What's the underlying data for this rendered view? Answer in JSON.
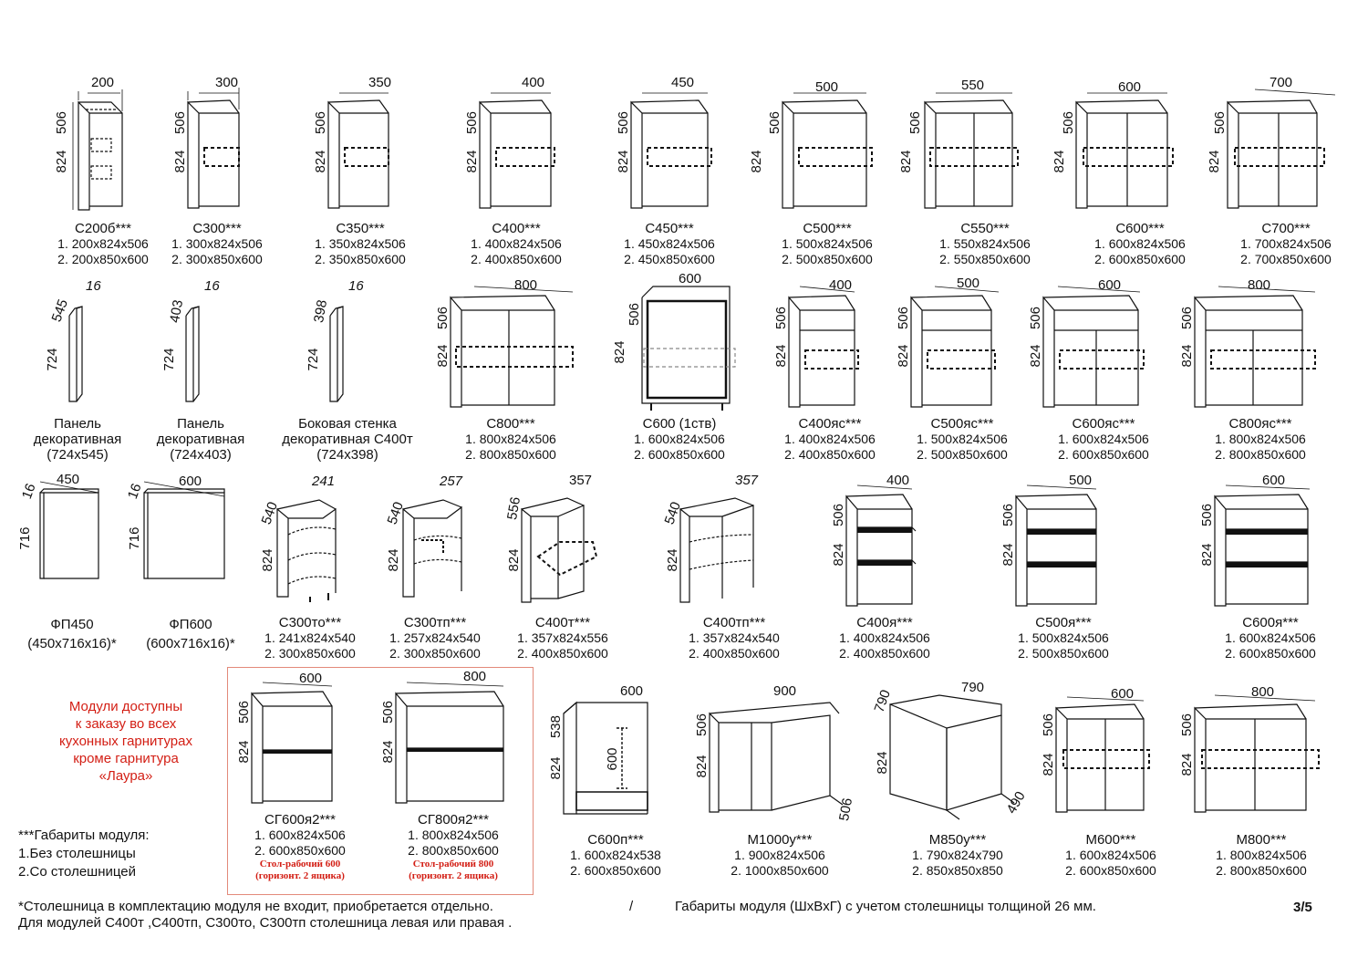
{
  "rows": [
    {
      "modules": [
        {
          "id": "c200b",
          "name": "С200б***",
          "specs": [
            "1. 200x824x506",
            "2. 200x850x600"
          ],
          "dims": {
            "w": "200",
            "d": "506",
            "h": "824"
          },
          "kind": "cabinet-drawers-basket"
        },
        {
          "id": "c300",
          "name": "С300***",
          "specs": [
            "1. 300x824x506",
            "2. 300x850x600"
          ],
          "dims": {
            "w": "300",
            "d": "506",
            "h": "824"
          },
          "kind": "cabinet-door"
        },
        {
          "id": "c350",
          "name": "С350***",
          "specs": [
            "1. 350x824x506",
            "2. 350x850x600"
          ],
          "dims": {
            "w": "350",
            "d": "506",
            "h": "824"
          },
          "kind": "cabinet-door"
        },
        {
          "id": "c400",
          "name": "С400***",
          "specs": [
            "1. 400x824x506",
            "2. 400x850x600"
          ],
          "dims": {
            "w": "400",
            "d": "506",
            "h": "824"
          },
          "kind": "cabinet-door"
        },
        {
          "id": "c450",
          "name": "С450***",
          "specs": [
            "1. 450x824x506",
            "2. 450x850x600"
          ],
          "dims": {
            "w": "450",
            "d": "506",
            "h": "824"
          },
          "kind": "cabinet-door"
        },
        {
          "id": "c500",
          "name": "С500***",
          "specs": [
            "1. 500x824x506",
            "2. 500x850x600"
          ],
          "dims": {
            "w": "500",
            "d": "506",
            "h": "824"
          },
          "kind": "cabinet-door"
        },
        {
          "id": "c550",
          "name": "С550***",
          "specs": [
            "1. 550x824x506",
            "2. 550x850x600"
          ],
          "dims": {
            "w": "550",
            "d": "506",
            "h": "824"
          },
          "kind": "cabinet-2door"
        },
        {
          "id": "c600",
          "name": "С600***",
          "specs": [
            "1. 600x824x506",
            "2. 600x850x600"
          ],
          "dims": {
            "w": "600",
            "d": "506",
            "h": "824"
          },
          "kind": "cabinet-2door"
        },
        {
          "id": "c700",
          "name": "С700***",
          "specs": [
            "1. 700x824x506",
            "2. 700x850x600"
          ],
          "dims": {
            "w": "700",
            "d": "506",
            "h": "824"
          },
          "kind": "cabinet-2door"
        }
      ]
    },
    {
      "modules": [
        {
          "id": "panel545",
          "name": "Панель декоративная",
          "extra": "(724x545)",
          "specs": [],
          "dims": {
            "w": "16",
            "d": "545",
            "h": "724"
          },
          "kind": "panel"
        },
        {
          "id": "panel403",
          "name": "Панель декоративная",
          "extra": "(724x403)",
          "specs": [],
          "dims": {
            "w": "16",
            "d": "403",
            "h": "724"
          },
          "kind": "panel"
        },
        {
          "id": "side398",
          "name": "Боковая стенка декоративная С400т",
          "extra": "(724x398)",
          "specs": [],
          "dims": {
            "w": "16",
            "d": "398",
            "h": "724"
          },
          "kind": "panel"
        },
        {
          "id": "c800",
          "name": "С800***",
          "specs": [
            "1. 800x824x506",
            "2. 800x850x600"
          ],
          "dims": {
            "w": "800",
            "d": "506",
            "h": "824"
          },
          "kind": "cabinet-2door"
        },
        {
          "id": "c600_1",
          "name": "С600 (1ств)",
          "specs": [
            "1. 600x824x506",
            "2. 600x850x600"
          ],
          "dims": {
            "w": "600",
            "d": "506",
            "h": "824"
          },
          "kind": "cabinet-door-bold"
        },
        {
          "id": "c400yas",
          "name": "С400яс***",
          "specs": [
            "1. 400x824x506",
            "2. 400x850x600"
          ],
          "dims": {
            "w": "400",
            "d": "506",
            "h": "824"
          },
          "kind": "cabinet-drawer-door"
        },
        {
          "id": "c500yas",
          "name": "С500яс***",
          "specs": [
            "1. 500x824x506",
            "2. 500x850x600"
          ],
          "dims": {
            "w": "500",
            "d": "506",
            "h": "824"
          },
          "kind": "cabinet-drawer-door"
        },
        {
          "id": "c600yas",
          "name": "С600яс***",
          "specs": [
            "1. 600x824x506",
            "2. 600x850x600"
          ],
          "dims": {
            "w": "600",
            "d": "506",
            "h": "824"
          },
          "kind": "cabinet-drawer-2door"
        },
        {
          "id": "c800yas",
          "name": "С800яс***",
          "specs": [
            "1. 800x824x506",
            "2. 800x850x600"
          ],
          "dims": {
            "w": "800",
            "d": "506",
            "h": "824"
          },
          "kind": "cabinet-drawer-2door"
        }
      ]
    },
    {
      "modules": [
        {
          "id": "fp450",
          "name": "ФП450",
          "extra": "(450x716x16)*",
          "specs": [],
          "dims": {
            "w": "450",
            "d": "16",
            "h": "716"
          },
          "kind": "facade"
        },
        {
          "id": "fp600",
          "name": "ФП600",
          "extra": "(600x716x16)*",
          "specs": [],
          "dims": {
            "w": "600",
            "d": "16",
            "h": "716"
          },
          "kind": "facade"
        },
        {
          "id": "c300to",
          "name": "С300то***",
          "specs": [
            "1. 241x824x540",
            "2. 300x850x600"
          ],
          "dims": {
            "w": "241",
            "d": "540",
            "h": "824"
          },
          "kind": "open-shelf"
        },
        {
          "id": "c300tp",
          "name": "С300тп***",
          "specs": [
            "1. 257x824x540",
            "2. 300x850x600"
          ],
          "dims": {
            "w": "257",
            "d": "540",
            "h": "824"
          },
          "kind": "open-shelf"
        },
        {
          "id": "c400t",
          "name": "С400т***",
          "specs": [
            "1. 357x824x556",
            "2. 400x850x600"
          ],
          "dims": {
            "w": "357",
            "d": "556",
            "h": "824"
          },
          "kind": "angled-door"
        },
        {
          "id": "c400tp",
          "name": "С400тп***",
          "specs": [
            "1. 357x824x540",
            "2. 400x850x600"
          ],
          "dims": {
            "w": "357",
            "d": "540",
            "h": "824"
          },
          "kind": "open-shelf"
        },
        {
          "id": "c400ya",
          "name": "С400я***",
          "specs": [
            "1. 400x824x506",
            "2. 400x850x600"
          ],
          "dims": {
            "w": "400",
            "d": "506",
            "h": "824"
          },
          "kind": "cabinet-3drawers"
        },
        {
          "id": "c500ya",
          "name": "С500я***",
          "specs": [
            "1. 500x824x506",
            "2. 500x850x600"
          ],
          "dims": {
            "w": "500",
            "d": "506",
            "h": "824"
          },
          "kind": "cabinet-3drawers"
        },
        {
          "id": "c600ya",
          "name": "С600я***",
          "specs": [
            "1. 600x824x506",
            "2. 600x850x600"
          ],
          "dims": {
            "w": "600",
            "d": "506",
            "h": "824"
          },
          "kind": "cabinet-3drawers"
        }
      ]
    },
    {
      "modules": [
        {
          "id": "sg600",
          "name": "СГ600я2***",
          "specs": [
            "1. 600x824x506",
            "2. 600x850x600"
          ],
          "dims": {
            "w": "600",
            "d": "506",
            "h": "824"
          },
          "kind": "cabinet-2drawers",
          "red": [
            "Стол-рабочий 600",
            "(горизонт. 2 ящика)"
          ]
        },
        {
          "id": "sg800",
          "name": "СГ800я2***",
          "specs": [
            "1. 800x824x506",
            "2. 800x850x600"
          ],
          "dims": {
            "w": "800",
            "d": "506",
            "h": "824"
          },
          "kind": "cabinet-2drawers",
          "red": [
            "Стол-рабочий 800",
            "(горизонт. 2 ящика)"
          ]
        },
        {
          "id": "c600p",
          "name": "С600п***",
          "specs": [
            "1. 600x824x538",
            "2. 600x850x600"
          ],
          "dims": {
            "w": "600",
            "d": "538",
            "h": "824",
            "inner": "600"
          },
          "kind": "sink-open"
        },
        {
          "id": "m1000u",
          "name": "М1000у***",
          "specs": [
            "1. 900x824x506",
            "2. 1000x850x600"
          ],
          "dims": {
            "w": "900",
            "d": "506",
            "h": "824",
            "d2": "506"
          },
          "kind": "corner"
        },
        {
          "id": "m850u",
          "name": "М850у***",
          "specs": [
            "1. 790x824x790",
            "2. 850x850x850"
          ],
          "dims": {
            "w": "790",
            "d": "790",
            "h": "824",
            "d2": "490"
          },
          "kind": "corner-angled"
        },
        {
          "id": "m600",
          "name": "М600***",
          "specs": [
            "1. 600x824x506",
            "2. 600x850x600"
          ],
          "dims": {
            "w": "600",
            "d": "506",
            "h": "824"
          },
          "kind": "cabinet-2door"
        },
        {
          "id": "m800",
          "name": "М800***",
          "specs": [
            "1. 800x824x506",
            "2. 800x850x600"
          ],
          "dims": {
            "w": "800",
            "d": "506",
            "h": "824"
          },
          "kind": "cabinet-2door"
        }
      ]
    }
  ],
  "availability_note": [
    "Модули доступны",
    "к заказу во всех",
    "кухонных гарнитурах",
    "кроме гарнитура",
    "«Лаура»"
  ],
  "legend": [
    "***Габариты модуля:",
    "1.Без столешницы",
    "2.Со столешницей"
  ],
  "footer": {
    "line1_left": "*Столешница в комплектацию модуля не входит, приобретается отдельно.",
    "separator": "/",
    "line1_right": "Габариты модуля (ШxВxГ) с учетом столешницы толщиной 26 мм.",
    "line2": "Для модулей С400т ,С400тп, С300то, С300тп столешница левая или правая .",
    "page": "3/5"
  },
  "colors": {
    "red_note": "#d31e14",
    "red_box": "#e38a7a",
    "ink": "#111111"
  }
}
